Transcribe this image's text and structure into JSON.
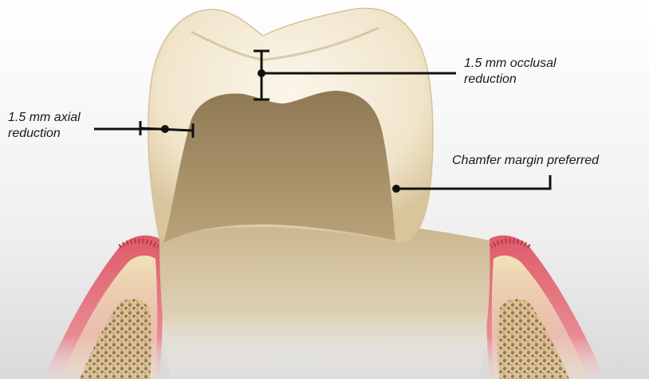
{
  "labels": {
    "occlusal_reduction": {
      "line1": "1.5 mm occlusal",
      "line2": "reduction"
    },
    "axial_reduction": {
      "line1": "1.5 mm axial",
      "line2": "reduction"
    },
    "chamfer_margin": {
      "text": "Chamfer margin preferred"
    }
  },
  "colors": {
    "background_top": "#ffffff",
    "background_bottom": "#dcdcdc",
    "crown_shell": "#f2e8d2",
    "crown_shell_edge": "#d8c6a2",
    "tooth_prep": "#a8916a",
    "tooth_prep_dark": "#8b7550",
    "root": "#cdb991",
    "gum": "#e4707a",
    "gum_dark": "#c44a58",
    "bone": "#e8d6a8",
    "bone_spongy": "#9a7c58",
    "annotation": "#111111"
  }
}
